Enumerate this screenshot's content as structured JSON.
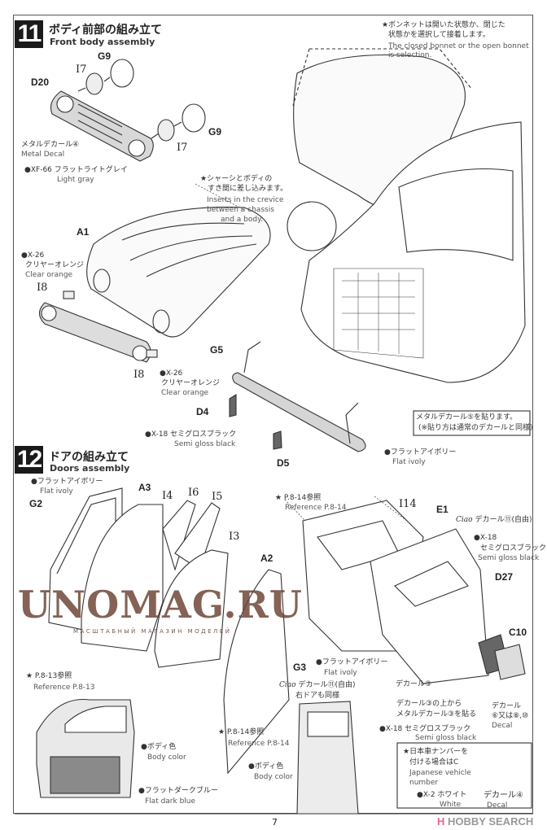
{
  "page_number": "7",
  "step11": {
    "number": "11",
    "title_jp": "ボディ前部の組み立て",
    "title_en": "Front body assembly",
    "bonnet_note": {
      "jp1": "★ボンネットは開いた状態か、閉じた",
      "jp2": "状態かを選択して接着します。",
      "en1": "The closed bonnet or the open bonnet",
      "en2": "is selection."
    },
    "parts": {
      "g9_a": "G9",
      "i7_a": "I7",
      "d20": "D20",
      "g9_b": "G9",
      "i7_b": "I7",
      "a1": "A1",
      "i8_a": "I8",
      "i8_b": "I8",
      "g5": "G5",
      "d4": "D4",
      "d5": "D5"
    },
    "metal_decal4": {
      "jp": "メタルデカール④",
      "en": "Metal Decal"
    },
    "xf66": {
      "jp": "●XF-66 フラットライトグレイ",
      "en": "Light gray"
    },
    "crevice_note": {
      "jp1": "★シャーシとボディの",
      "jp2": "すき間に差し込みます。",
      "en1": "Inserts in the crevice",
      "en2": "between a chassis",
      "en3": "and a body."
    },
    "x26_a": {
      "code": "●X-26",
      "jp": "クリヤーオレンジ",
      "en": "Clear orange"
    },
    "x26_b": {
      "code": "●X-26",
      "jp": "クリヤーオレンジ",
      "en": "Clear orange"
    },
    "x18": {
      "jp": "●X-18 セミグロスブラック",
      "en": "Semi gloss black"
    },
    "metal_decal5_note": {
      "jp1": "メタルデカール⑤を貼ります。",
      "jp2": "(※貼り方は通常のデカールと同様)"
    },
    "flat_ivory": {
      "jp": "●フラットアイボリー",
      "en": "Flat ivoly"
    }
  },
  "step12": {
    "number": "12",
    "title_jp": "ドアの組み立て",
    "title_en": "Doors assembly",
    "flat_ivory_top": {
      "jp": "●フラットアイボリー",
      "en": "Flat ivoly"
    },
    "parts": {
      "g2": "G2",
      "a3": "A3",
      "i4": "I4",
      "i6": "I6",
      "i5": "I5",
      "i3": "I3",
      "a2": "A2",
      "g3": "G3",
      "i14": "I14",
      "e1": "E1",
      "d27": "D27",
      "c10": "C10"
    },
    "ref14_a": {
      "jp": "★ P.8-14参照",
      "en": "Reference P.8-14"
    },
    "ciao_decal_top": {
      "logo": "Ciao",
      "jp": "デカール⑪(自由)"
    },
    "x18_right": {
      "code": "●X-18",
      "jp": "セミグロスブラック",
      "en": "Semi gloss black"
    },
    "flat_ivory_g3": {
      "jp": "●フラットアイボリー",
      "en": "Flat ivoly"
    },
    "ciao_decal_door": {
      "logo": "Ciao",
      "jp1": "デカール⑪(自由)",
      "jp2": "右ドアも同様"
    },
    "decal3": "デカール③",
    "decal3_note": {
      "jp1": "デカール③の上から",
      "jp2": "メタルデカール③を貼る"
    },
    "decal_6_8_10": {
      "jp1": "デカール",
      "jp2": "⑥又は⑧,⑩",
      "en": "Decal"
    },
    "ref13": {
      "jp": "★ P.8-13参照",
      "en": "Reference P.8-13"
    },
    "body_color_door": {
      "jp": "●ボディ色",
      "en": "Body color"
    },
    "flat_dark_blue": {
      "jp": "●フラットダークブルー",
      "en": "Flat dark blue"
    },
    "ref14_b": {
      "jp": "★ P.8-14参照",
      "en": "Reference P.8-14"
    },
    "body_color_rear": {
      "jp": "●ボディ色",
      "en": "Body color"
    },
    "x18_bottom": {
      "jp": "●X-18 セミグロスブラック",
      "en": "Semi gloss black"
    },
    "jp_number_box": {
      "jp1": "★日本車ナンバーを",
      "jp2": "付ける場合はC",
      "en1": "Japanese vehicle",
      "en2": "number",
      "x2_jp": "●X-2 ホワイト",
      "x2_en": "White",
      "decal4_jp": "デカール④",
      "decal4_en": "Decal"
    }
  },
  "watermark": {
    "main": "UNOMAG.RU",
    "sub": "МАСШТАБНЫЙ МАГАЗИН МОДЕЛЕЙ"
  },
  "source_logo": {
    "mark": "H",
    "text": "HOBBY SEARCH"
  },
  "colors": {
    "body_color_fill": "#e9e9e9",
    "dark_blue_fill": "#8a8a8a",
    "watermark": "#6e4637",
    "hobby_logo": "#e06a8a"
  }
}
